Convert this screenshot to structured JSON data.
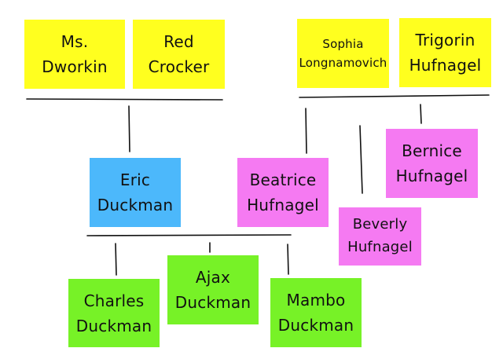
{
  "colors": {
    "parent_yellow": "#ffff1f",
    "child_blue": "#4cb8fb",
    "child_pink": "#f57af2",
    "grandchild_green": "#77f227",
    "line": "#111111"
  },
  "nodes": {
    "ms_dworkin": {
      "line1": "Ms.",
      "line2": "Dworkin"
    },
    "red_crocker": {
      "line1": "Red",
      "line2": "Crocker"
    },
    "sophia_longnamovich": {
      "line1": "Sophia",
      "line2": "Longnamovich"
    },
    "trigorin_hufnagel": {
      "line1": "Trigorin",
      "line2": "Hufnagel"
    },
    "eric_duckman": {
      "line1": "Eric",
      "line2": "Duckman"
    },
    "beatrice_hufnagel": {
      "line1": "Beatrice",
      "line2": "Hufnagel"
    },
    "bernice_hufnagel": {
      "line1": "Bernice",
      "line2": "Hufnagel"
    },
    "beverly_hufnagel": {
      "line1": "Beverly",
      "line2": "Hufnagel"
    },
    "charles_duckman": {
      "line1": "Charles",
      "line2": "Duckman"
    },
    "ajax_duckman": {
      "line1": "Ajax",
      "line2": "Duckman"
    },
    "mambo_duckman": {
      "line1": "Mambo",
      "line2": "Duckman"
    }
  }
}
